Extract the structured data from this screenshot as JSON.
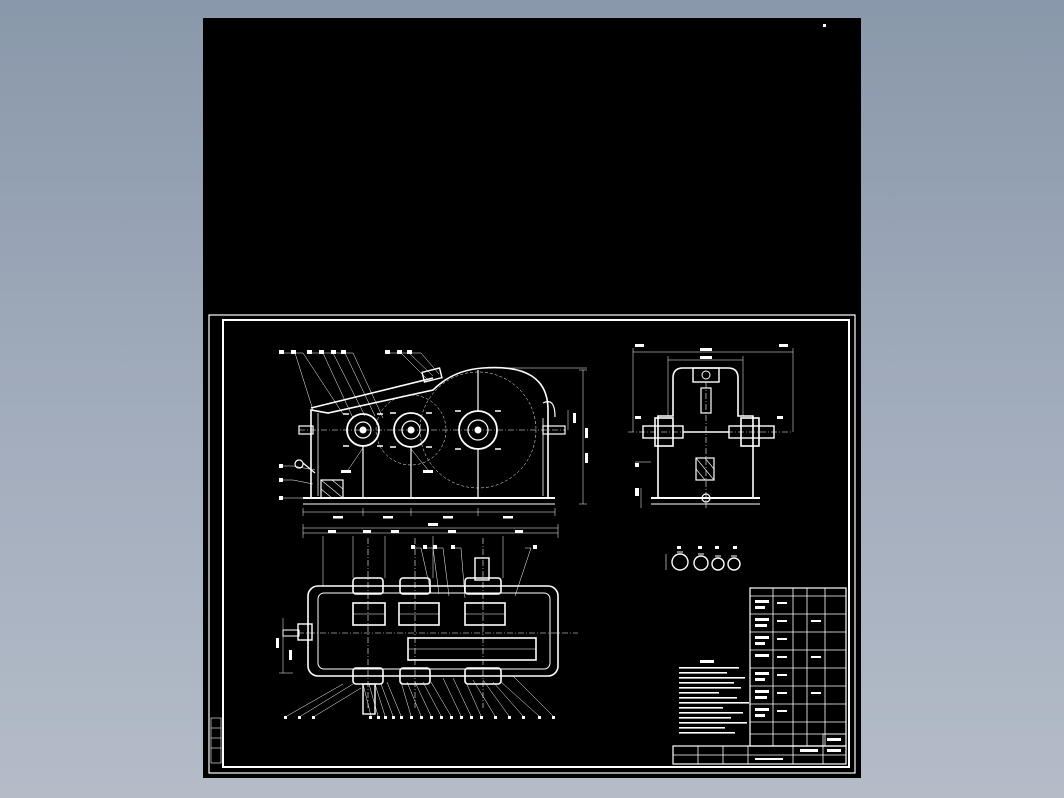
{
  "viewer": {
    "background": "#8e9bb0",
    "canvas_color": "#000000",
    "line_color": "#ffffff"
  },
  "drawing": {
    "kind": "two-stage gear reducer assembly drawing",
    "views": [
      "front-elevation",
      "side-elevation",
      "plan-section",
      "shaft-details"
    ],
    "callout_count_top": 9,
    "callout_count_bottom": 24,
    "technical_notes_lines": 14,
    "parts_list_rows": 9
  }
}
